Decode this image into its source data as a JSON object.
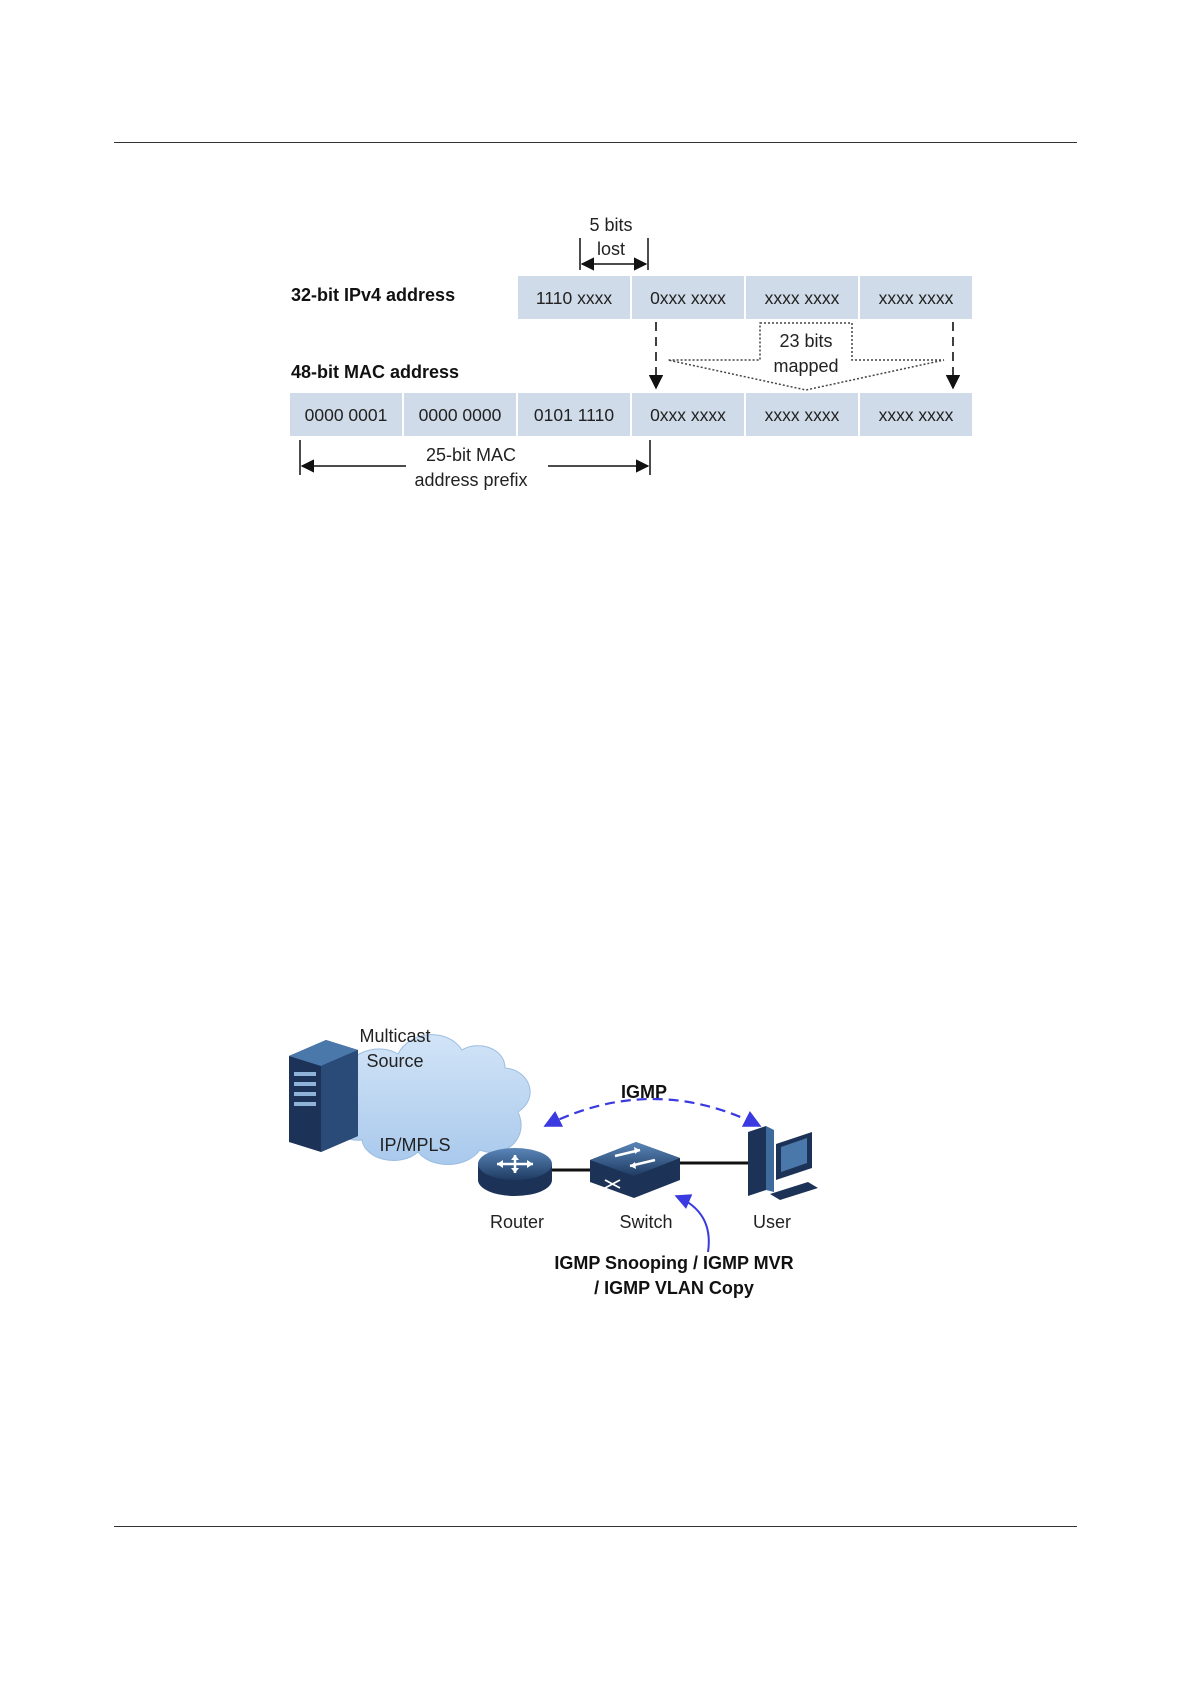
{
  "figure1": {
    "ipv4_label": "32-bit IPv4 address",
    "mac_label": "48-bit MAC address",
    "ipv4_cells": [
      "1110 xxxx",
      "0xxx xxxx",
      "xxxx xxxx",
      "xxxx xxxx"
    ],
    "mac_cells": [
      "0000 0001",
      "0000 0000",
      "0101 1110",
      "0xxx xxxx",
      "xxxx xxxx",
      "xxxx xxxx"
    ],
    "lost_line1": "5 bits",
    "lost_line2": "lost",
    "mapped_line1": "23 bits",
    "mapped_line2": "mapped",
    "prefix_line1": "25-bit MAC",
    "prefix_line2": "address prefix",
    "colors": {
      "cell_fill": "#cfdbe8",
      "cell_divider": "#ffffff"
    }
  },
  "figure2": {
    "source_line1": "Multicast",
    "source_line2": "Source",
    "cloud_label": "IP/MPLS",
    "igmp_label": "IGMP",
    "router_label": "Router",
    "switch_label": "Switch",
    "user_label": "User",
    "feature_line1": "IGMP Snooping / IGMP MVR",
    "feature_line2": "/ IGMP VLAN Copy",
    "colors": {
      "cloud": "#bcd6f2",
      "device_dark": "#1c3357",
      "device_mid": "#3e6a9c",
      "arrow_blue": "#3a3ae0"
    },
    "icons": [
      "server-icon",
      "cloud-icon",
      "router-icon",
      "switch-icon",
      "computer-icon"
    ]
  }
}
